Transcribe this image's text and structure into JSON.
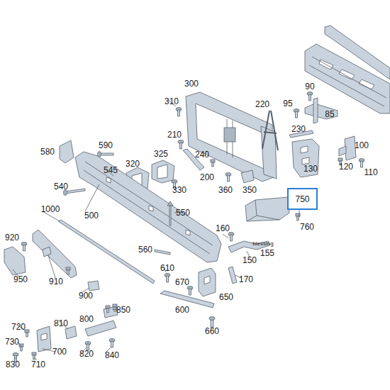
{
  "diagram": {
    "nodes": [
      {
        "text": [
          "750"
        ]
      }
    ],
    "labels": [
      "300",
      "310",
      "220",
      "95",
      "90",
      "85",
      "230",
      "210",
      "590",
      "580",
      "320",
      "325",
      "545",
      "240",
      "200",
      "360",
      "350",
      "130",
      "100",
      "120",
      "110",
      "540",
      "330",
      "1000",
      "500",
      "550",
      "760",
      "160",
      "blessing",
      "155",
      "150",
      "920",
      "560",
      "610",
      "670",
      "170",
      "950",
      "910",
      "900",
      "650",
      "600",
      "850",
      "720",
      "810",
      "800",
      "660",
      "730",
      "700",
      "820",
      "840",
      "830",
      "710"
    ]
  }
}
